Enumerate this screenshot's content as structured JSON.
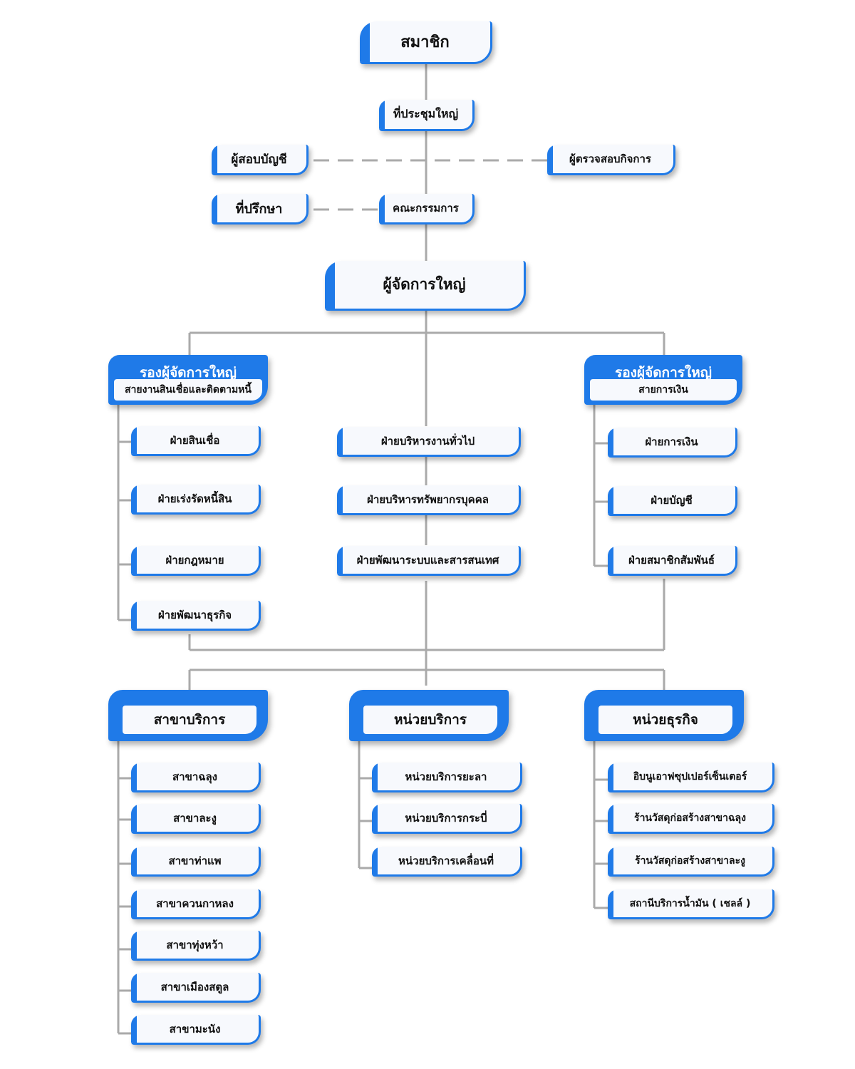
{
  "members": "สมาชิก",
  "general_meeting": "ที่ประชุมใหญ่",
  "auditor": "ผู้สอบบัญชี",
  "business_inspector": "ผู้ตรวจสอบกิจการ",
  "advisor": "ที่ปรึกษา",
  "board": "คณะกรรมการ",
  "general_manager": "ผู้จัดการใหญ่",
  "deputy_left": {
    "title": "รองผู้จัดการใหญ่",
    "subtitle": "สายงานสินเชื่อและติดตามหนี้"
  },
  "deputy_right": {
    "title": "รองผู้จัดการใหญ่",
    "subtitle": "สายการเงิน"
  },
  "left_departments": [
    "ฝ่ายสินเชื่อ",
    "ฝ่ายเร่งรัดหนี้สิน",
    "ฝ่ายกฎหมาย",
    "ฝ่ายพัฒนาธุรกิจ"
  ],
  "center_departments": [
    "ฝ่ายบริหารงานทั่วไป",
    "ฝ่ายบริหารทรัพยากรบุคคล",
    "ฝ่ายพัฒนาระบบและสารสนเทศ"
  ],
  "right_departments": [
    "ฝ่ายการเงิน",
    "ฝ่ายบัญชี",
    "ฝ่ายสมาชิกสัมพันธ์"
  ],
  "branches": {
    "title": "สาขาบริการ",
    "items": [
      "สาขาฉลุง",
      "สาขาละงู",
      "สาขาท่าแพ",
      "สาขาควนกาหลง",
      "สาขาทุ่งหว้า",
      "สาขาเมืองสตูล",
      "สาขามะนัง"
    ]
  },
  "service_units": {
    "title": "หน่วยบริการ",
    "items": [
      "หน่วยบริการยะลา",
      "หน่วยบริการกระบี่",
      "หน่วยบริการเคลื่อนที่"
    ]
  },
  "business_units": {
    "title": "หน่วยธุรกิจ",
    "items": [
      "อิบนูเอาฟซุปเปอร์เซ็นเตอร์",
      "ร้านวัสดุก่อสร้างสาขาฉลุง",
      "ร้านวัสดุก่อสร้างสาขาละงู",
      "สถานีบริการน้ำมัน ( เชลล์ )"
    ]
  },
  "colors": {
    "accent": "#1f7ae8",
    "connector": "#aaaaaa",
    "box_fill": "#f7f9fd"
  }
}
